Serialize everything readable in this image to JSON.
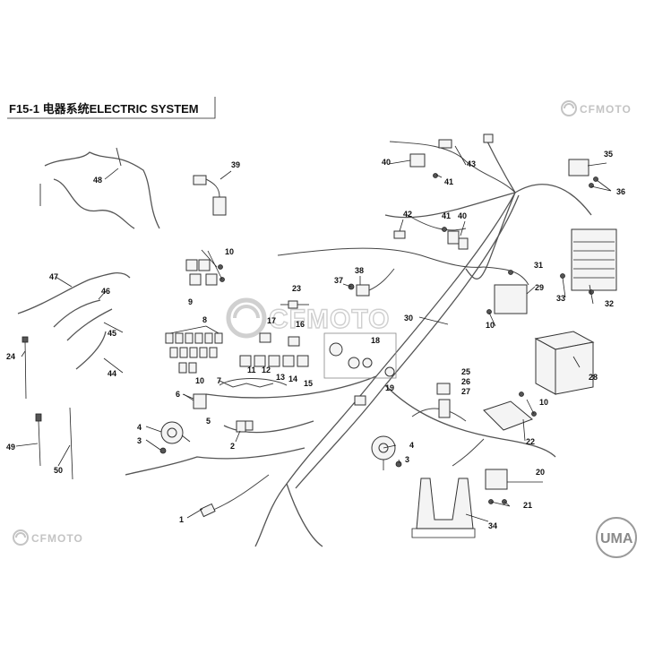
{
  "title": "F15-1 电器系统ELECTRIC SYSTEM",
  "brand": "CFMOTO",
  "watermark": "CFMOTO",
  "corner_badge": "UMA",
  "icons": [
    "cfmoto-logo-icon",
    "uma-badge-icon"
  ],
  "callouts": [
    "1",
    "2",
    "3",
    "3",
    "4",
    "4",
    "5",
    "6",
    "7",
    "8",
    "9",
    "10",
    "10",
    "10",
    "10",
    "11",
    "12",
    "13",
    "14",
    "15",
    "16",
    "17",
    "18",
    "19",
    "20",
    "21",
    "22",
    "23",
    "24",
    "25",
    "26",
    "27",
    "28",
    "29",
    "30",
    "31",
    "32",
    "33",
    "34",
    "35",
    "36",
    "37",
    "38",
    "39",
    "40",
    "40",
    "41",
    "41",
    "42",
    "43",
    "44",
    "45",
    "46",
    "47",
    "48",
    "49",
    "50"
  ]
}
